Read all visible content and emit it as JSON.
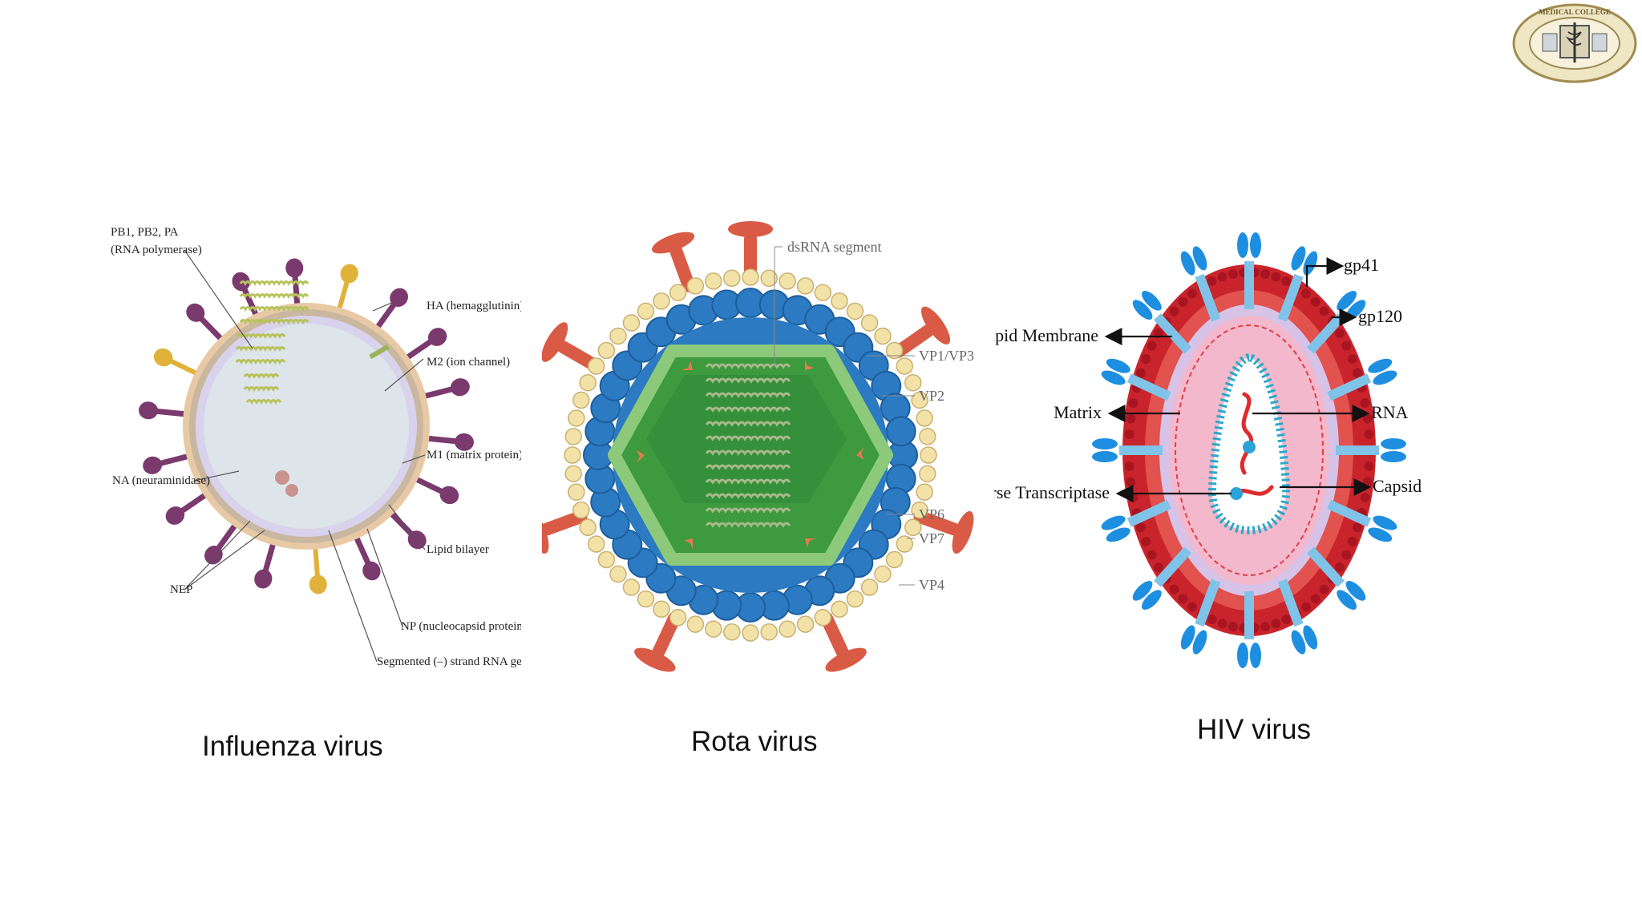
{
  "logo": {
    "name": "college-seal",
    "ring_text": "MEDICAL COLLEGE"
  },
  "influenza": {
    "caption": "Influenza virus",
    "labels": {
      "polymerase_1": "PB1, PB2, PA",
      "polymerase_2": "(RNA polymerase)",
      "ha": "HA (hemagglutinin)",
      "m2": "M2 (ion channel)",
      "m1": "M1 (matrix protein)",
      "na": "NA (neuraminidase)",
      "lipid": "Lipid bilayer",
      "nep": "NEP",
      "np": "NP (nucleocapsid protein)",
      "rna": "Segmented (–) strand RNA gene"
    }
  },
  "rota": {
    "caption": "Rota virus",
    "labels": {
      "dsrna": "dsRNA segment",
      "vp1": "VP1/VP3",
      "vp2": "VP2",
      "vp6": "VP6",
      "vp7": "VP7",
      "vp4": "VP4"
    }
  },
  "hiv": {
    "caption": "HIV virus",
    "labels": {
      "gp41": "gp41",
      "gp120": "gp120",
      "lipid": "Lipid Membrane",
      "matrix": "Matrix",
      "rna": "RNA",
      "rt": "Reverse Transcriptase",
      "capsid": "Capsid"
    }
  }
}
